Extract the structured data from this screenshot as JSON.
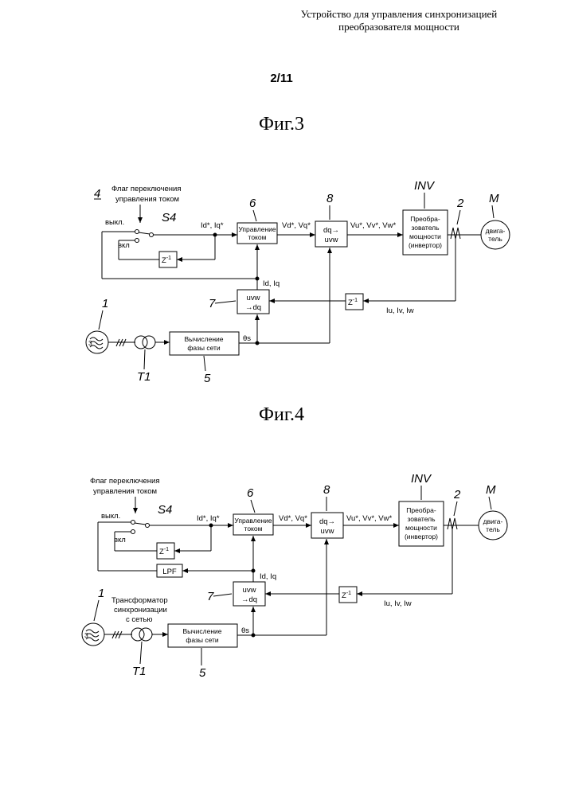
{
  "header": {
    "line1": "Устройство для управления синхронизацией",
    "line2": "преобразователя мощности"
  },
  "page_number": "2/11",
  "fig3": {
    "title": "Фиг.3",
    "ref_4": "4",
    "flag_line1": "Флаг переключения",
    "flag_line2": "управления током",
    "sw_label": "S4",
    "off_label": "выкл.",
    "on_label": "вкл",
    "idq_ref": "Id*, Iq*",
    "ref_6": "6",
    "cc_line1": "Управление",
    "cc_line2": "током",
    "vdq_ref": "Vd*, Vq*",
    "ref_8": "8",
    "dq_line1": "dq→",
    "dq_line2": "uvw",
    "vuvw_ref": "Vu*, Vv*, Vw*",
    "inv_label": "INV",
    "inv_line1": "Преобра-",
    "inv_line2": "зователь",
    "inv_line3": "мощности",
    "inv_line4": "(инвертор)",
    "ref_2": "2",
    "m_label": "M",
    "motor_line1": "двига-",
    "motor_line2": "тель",
    "zinv_base": "Z",
    "zinv_exp": "-1",
    "idq_fb": "Id, Iq",
    "ref_7": "7",
    "uvw_line1": "uvw",
    "uvw_line2": "→dq",
    "iuvw": "Iu, Iv, Iw",
    "ref_1": "1",
    "theta": "θs",
    "phase_line1": "Вычисление",
    "phase_line2": "фазы сети",
    "t1_label": "T1",
    "ref_5": "5"
  },
  "fig4": {
    "title": "Фиг.4",
    "flag_line1": "Флаг переключения",
    "flag_line2": "управления током",
    "sw_label": "S4",
    "off_label": "выкл.",
    "on_label": "вкл",
    "idq_ref": "Id*, Iq*",
    "ref_6": "6",
    "cc_line1": "Управление",
    "cc_line2": "током",
    "vdq_ref": "Vd*, Vq*",
    "ref_8": "8",
    "dq_line1": "dq→",
    "dq_line2": "uvw",
    "vuvw_ref": "Vu*, Vv*, Vw*",
    "inv_label": "INV",
    "inv_line1": "Преобра-",
    "inv_line2": "зователь",
    "inv_line3": "мощности",
    "inv_line4": "(инвертор)",
    "ref_2": "2",
    "m_label": "M",
    "motor_line1": "двига-",
    "motor_line2": "тель",
    "zinv_base": "Z",
    "zinv_exp": "-1",
    "lpf": "LPF",
    "idq_fb": "Id, Iq",
    "ref_7": "7",
    "uvw_line1": "uvw",
    "uvw_line2": "→dq",
    "iuvw": "Iu, Iv, Iw",
    "ref_1": "1",
    "tr_line1": "Трансформатор",
    "tr_line2": "синхронизации",
    "tr_line3": "с сетью",
    "theta": "θs",
    "phase_line1": "Вычисление",
    "phase_line2": "фазы сети",
    "t1_label": "T1",
    "ref_5": "5"
  }
}
